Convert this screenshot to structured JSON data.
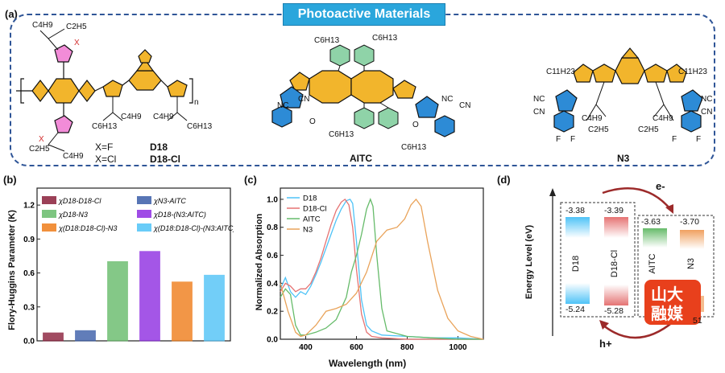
{
  "panels": {
    "a": "(a)",
    "b": "(b)",
    "c": "(c)",
    "d": "(d)"
  },
  "banner": "Photoactive Materials",
  "structures": {
    "d18": {
      "sub_c4h9_1": "C4H9",
      "sub_c2h5_1": "C2H5",
      "x1": "X",
      "sub_c4h9_2": "C4H9",
      "sub_c2h5_2": "C2H5",
      "x2": "X",
      "sub_c4h9_3": "C4H9",
      "sub_c8h17_3": "C6H13",
      "sub_c4h9_4": "C4H9",
      "sub_c8h17_4": "C6H13",
      "n": "n",
      "x_eq_f": "X=F",
      "x_eq_cl": "X=Cl",
      "name1": "D18",
      "name2": "D18-Cl"
    },
    "aitc": {
      "sub1": "C6H13",
      "sub2": "C6H13",
      "sub3": "C6H13",
      "sub4": "C6H13",
      "nc1": "NC",
      "cn1": "CN",
      "nc2": "NC",
      "cn2": "CN",
      "o1": "O",
      "o2": "O",
      "name": "AITC"
    },
    "n3": {
      "sub_c11_1": "C11H23",
      "sub_c11_2": "C11H23",
      "sub_c4_1": "C4H9",
      "sub_c2_1": "C2H5",
      "sub_c4_2": "C4H9",
      "sub_c2_2": "C2H5",
      "nc1": "NC",
      "cn1": "CN",
      "nc2": "NC",
      "cn2": "CN",
      "f1": "F",
      "f2": "F",
      "f3": "F",
      "f4": "F",
      "name": "N3"
    }
  },
  "chart_b": {
    "ylabel": "Flory-Huggins Parameter (K)",
    "yticks": [
      "0.0",
      "0.3",
      "0.6",
      "0.9",
      "1.2"
    ],
    "legend": [
      {
        "label": "χD18-D18-Cl",
        "color": "#8a1f3a"
      },
      {
        "label": "χN3-AITC",
        "color": "#3a5da8"
      },
      {
        "label": "χD18-N3",
        "color": "#66bb6a"
      },
      {
        "label": "χD18-(N3:AITC)",
        "color": "#8e2de2"
      },
      {
        "label": "χ(D18:D18-Cl)-N3",
        "color": "#ef7d1a"
      },
      {
        "label": "χ(D18:D18-Cl)-(N3:AITC)",
        "color": "#4fc3f7"
      }
    ]
  },
  "chart_c": {
    "xlabel": "Wavelength (nm)",
    "ylabel": "Normalized Absorption",
    "xticks": [
      "400",
      "600",
      "800",
      "1000"
    ],
    "yticks": [
      "0.0",
      "0.2",
      "0.4",
      "0.6",
      "0.8",
      "1.0"
    ]
  },
  "chart_d": {
    "ylabel": "Energy Level (eV)",
    "electron": "e-",
    "hole": "h+",
    "materials": [
      {
        "name": "D18",
        "lumo": "-3.38",
        "homo": "-5.24",
        "color": "#4fc3f7"
      },
      {
        "name": "D18-Cl",
        "lumo": "-3.39",
        "homo": "-5.28",
        "color": "#e57373"
      },
      {
        "name": "AITC",
        "lumo": "-3.63",
        "color": "#66bb6a"
      },
      {
        "name": "N3",
        "lumo": "-3.70",
        "homo_partial": "51",
        "color": "#f0a060"
      }
    ],
    "watermark": [
      "山大",
      "融媒"
    ]
  },
  "chart_data": [
    {
      "type": "bar",
      "categories": [
        "χD18-D18-Cl",
        "χN3-AITC",
        "χD18-N3",
        "χD18-(N3:AITC)",
        "χ(D18:D18-Cl)-N3",
        "χ(D18:D18-Cl)-(N3:AITC)"
      ],
      "values": [
        0.07,
        0.09,
        0.7,
        0.79,
        0.52,
        0.58
      ],
      "colors": [
        "#8a1f3a",
        "#3a5da8",
        "#66bb6a",
        "#8e2de2",
        "#ef7d1a",
        "#4fc3f7"
      ],
      "ylim": [
        0,
        1.35
      ],
      "xlabel": "",
      "ylabel": "Flory-Huggins Parameter (K)"
    },
    {
      "type": "line",
      "xlim": [
        300,
        1100
      ],
      "ylim": [
        0,
        1.08
      ],
      "xlabel": "Wavelength (nm)",
      "ylabel": "Normalized Absorption",
      "series": [
        {
          "name": "D18",
          "color": "#4fc3f7",
          "x": [
            300,
            320,
            340,
            360,
            380,
            400,
            420,
            440,
            460,
            480,
            500,
            520,
            540,
            560,
            575,
            585,
            600,
            620,
            640,
            660,
            700,
            800,
            900,
            1000,
            1100
          ],
          "y": [
            0.36,
            0.44,
            0.34,
            0.3,
            0.34,
            0.32,
            0.38,
            0.46,
            0.55,
            0.65,
            0.75,
            0.85,
            0.93,
            0.99,
            1.0,
            0.97,
            0.7,
            0.28,
            0.1,
            0.06,
            0.03,
            0.02,
            0.01,
            0.01,
            0.0
          ]
        },
        {
          "name": "D18-Cl",
          "color": "#e57373",
          "x": [
            300,
            320,
            340,
            360,
            380,
            400,
            420,
            440,
            460,
            480,
            500,
            520,
            540,
            555,
            570,
            585,
            600,
            620,
            640,
            660,
            700,
            800,
            900,
            1000,
            1100
          ],
          "y": [
            0.34,
            0.4,
            0.38,
            0.34,
            0.36,
            0.36,
            0.4,
            0.48,
            0.58,
            0.7,
            0.82,
            0.92,
            0.98,
            1.0,
            0.96,
            0.8,
            0.5,
            0.18,
            0.05,
            0.02,
            0.01,
            0.0,
            0.0,
            0.0,
            0.0
          ]
        },
        {
          "name": "AITC",
          "color": "#66bb6a",
          "x": [
            300,
            320,
            340,
            360,
            380,
            400,
            440,
            480,
            520,
            560,
            580,
            600,
            620,
            640,
            655,
            665,
            680,
            700,
            720,
            800,
            900,
            1000,
            1100
          ],
          "y": [
            0.3,
            0.36,
            0.32,
            0.1,
            0.03,
            0.03,
            0.05,
            0.08,
            0.14,
            0.3,
            0.48,
            0.6,
            0.75,
            0.93,
            1.0,
            0.95,
            0.6,
            0.22,
            0.06,
            0.02,
            0.01,
            0.0,
            0.0
          ]
        },
        {
          "name": "N3",
          "color": "#e9a35a",
          "x": [
            300,
            330,
            360,
            380,
            400,
            440,
            480,
            520,
            560,
            600,
            640,
            680,
            720,
            760,
            790,
            815,
            835,
            855,
            880,
            920,
            960,
            1000,
            1050,
            1100
          ],
          "y": [
            0.4,
            0.2,
            0.05,
            0.02,
            0.03,
            0.1,
            0.2,
            0.22,
            0.25,
            0.33,
            0.48,
            0.7,
            0.78,
            0.8,
            0.86,
            0.96,
            1.0,
            0.95,
            0.7,
            0.35,
            0.15,
            0.06,
            0.02,
            0.0
          ]
        }
      ]
    }
  ]
}
